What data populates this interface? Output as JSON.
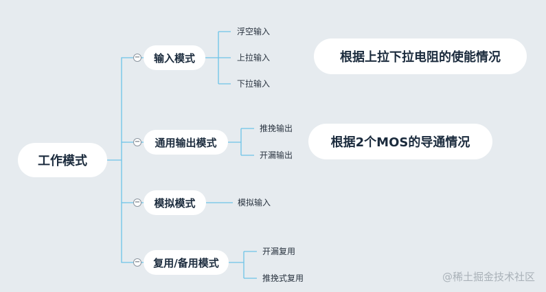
{
  "colors": {
    "background": "#e6ebef",
    "line": "#6cc3e8",
    "node_bg": "#ffffff",
    "text": "#1b2b3d"
  },
  "root": {
    "label": "工作模式"
  },
  "branches": [
    {
      "label": "输入模式",
      "leaves": [
        "浮空输入",
        "上拉输入",
        "下拉输入"
      ]
    },
    {
      "label": "通用输出模式",
      "leaves": [
        "推挽输出",
        "开漏输出"
      ]
    },
    {
      "label": "模拟模式",
      "leaves": [
        "模拟输入"
      ]
    },
    {
      "label": "复用/备用模式",
      "leaves": [
        "开漏复用",
        "推挽式复用"
      ]
    }
  ],
  "notes": [
    {
      "label": "根据上拉下拉电阻的使能情况"
    },
    {
      "label": "根据2个MOS的导通情况"
    }
  ],
  "collapse_symbol": "−",
  "watermark": "@稀土掘金技术社区"
}
